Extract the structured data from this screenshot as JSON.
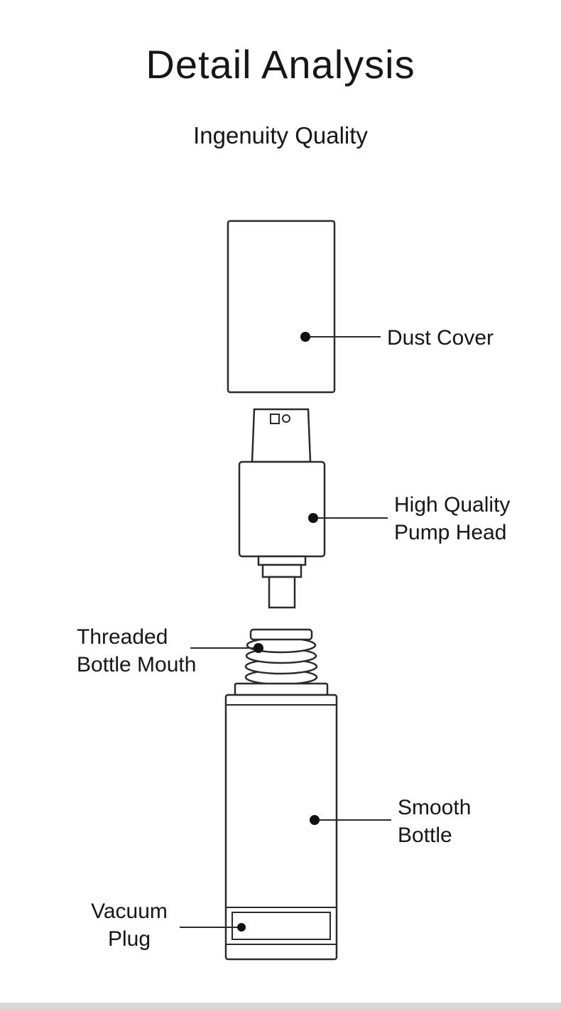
{
  "page": {
    "title": "Detail Analysis",
    "subtitle": "Ingenuity Quality"
  },
  "callouts": {
    "dust_cover": {
      "lines": [
        "Dust Cover"
      ]
    },
    "pump_head": {
      "lines": [
        "High Quality",
        "Pump Head"
      ]
    },
    "threaded_mouth": {
      "lines": [
        "Threaded",
        "Bottle Mouth"
      ]
    },
    "smooth_bottle": {
      "lines": [
        "Smooth",
        "Bottle"
      ]
    },
    "vacuum_plug": {
      "lines": [
        "Vacuum",
        "Plug"
      ]
    }
  },
  "colors": {
    "line": "#2b2b2b",
    "text": "#161616",
    "background": "#ffffff",
    "footer_bar": "#d8d8d8"
  }
}
